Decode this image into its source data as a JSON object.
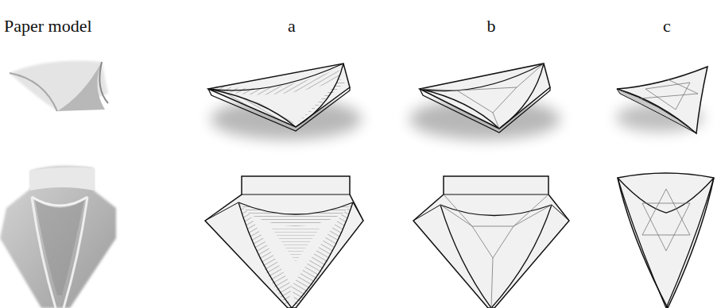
{
  "diagram": {
    "labels": [
      "Paper model",
      "a",
      "b",
      "c"
    ]
  }
}
